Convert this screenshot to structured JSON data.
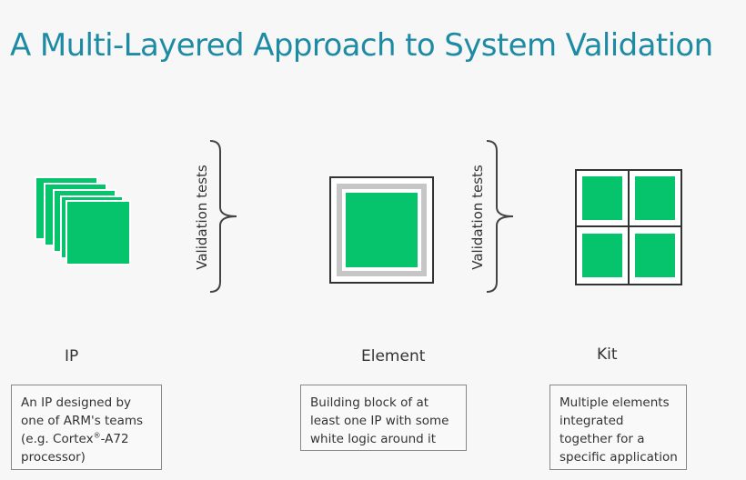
{
  "title": "A Multi-Layered Approach to System Validation",
  "brackets": [
    {
      "label": "Validation tests"
    },
    {
      "label": "Validation tests"
    }
  ],
  "stages": [
    {
      "name": "IP",
      "description_lines": [
        "An IP designed by",
        "one of ARM's teams",
        "(e.g. Cortex",
        "-A72",
        "processor)"
      ],
      "registered_mark": "®"
    },
    {
      "name": "Element",
      "description_lines": [
        "Building block of at",
        "least one IP with some",
        "white logic around it"
      ]
    },
    {
      "name": "Kit",
      "description_lines": [
        "Multiple elements",
        "integrated",
        "together for a",
        "specific application"
      ]
    }
  ],
  "colors": {
    "title": "#1e8ba5",
    "block_green": "#05c46b",
    "element_ring": "#c6c6c6",
    "outline": "#333333"
  }
}
